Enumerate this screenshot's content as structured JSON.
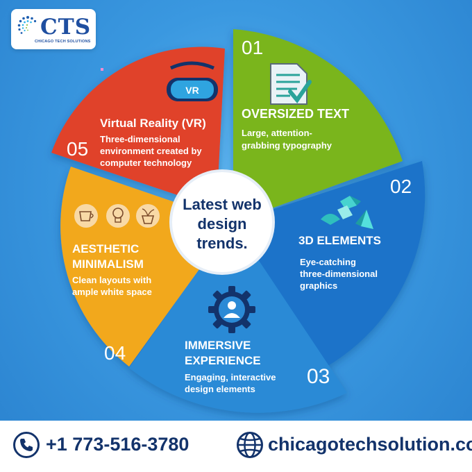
{
  "brand": {
    "logo": "CTS",
    "name": "CHICAGO TECH SOLUTIONS"
  },
  "center": {
    "line1": "Latest web",
    "line2": "design",
    "line3": "trends."
  },
  "trends": [
    {
      "number": "01",
      "title": "OVERSIZED TEXT",
      "desc1": "Large, attention-",
      "desc2": "grabbing typography",
      "color": "#7ab51d",
      "icon": "document-check-icon"
    },
    {
      "number": "02",
      "title": "3D ELEMENTS",
      "desc1": "Eye-catching",
      "desc2": "three-dimensional",
      "desc3": "graphics",
      "color": "#1a73c9",
      "icon": "3d-shapes-icon"
    },
    {
      "number": "03",
      "title1": "IMMERSIVE",
      "title2": "EXPERIENCE",
      "desc1": "Engaging, interactive",
      "desc2": "design elements",
      "color": "#2b8ad6",
      "icon": "user-gear-icon"
    },
    {
      "number": "04",
      "title1": "AESTHETIC",
      "title2": "MINIMALISM",
      "desc1": "Clean layouts with",
      "desc2": "ample white space",
      "color": "#f2a81d",
      "icon": "minimal-icons"
    },
    {
      "number": "05",
      "title": "Virtual Reality (VR)",
      "desc1": "Three-dimensional",
      "desc2": "environment created by",
      "desc3": "computer technology",
      "color": "#e0432c",
      "icon": "vr-headset-icon",
      "vr_label": "VR"
    }
  ],
  "contact": {
    "phone": "+1 773-516-3780",
    "website": "chicagotechsolution.com"
  }
}
